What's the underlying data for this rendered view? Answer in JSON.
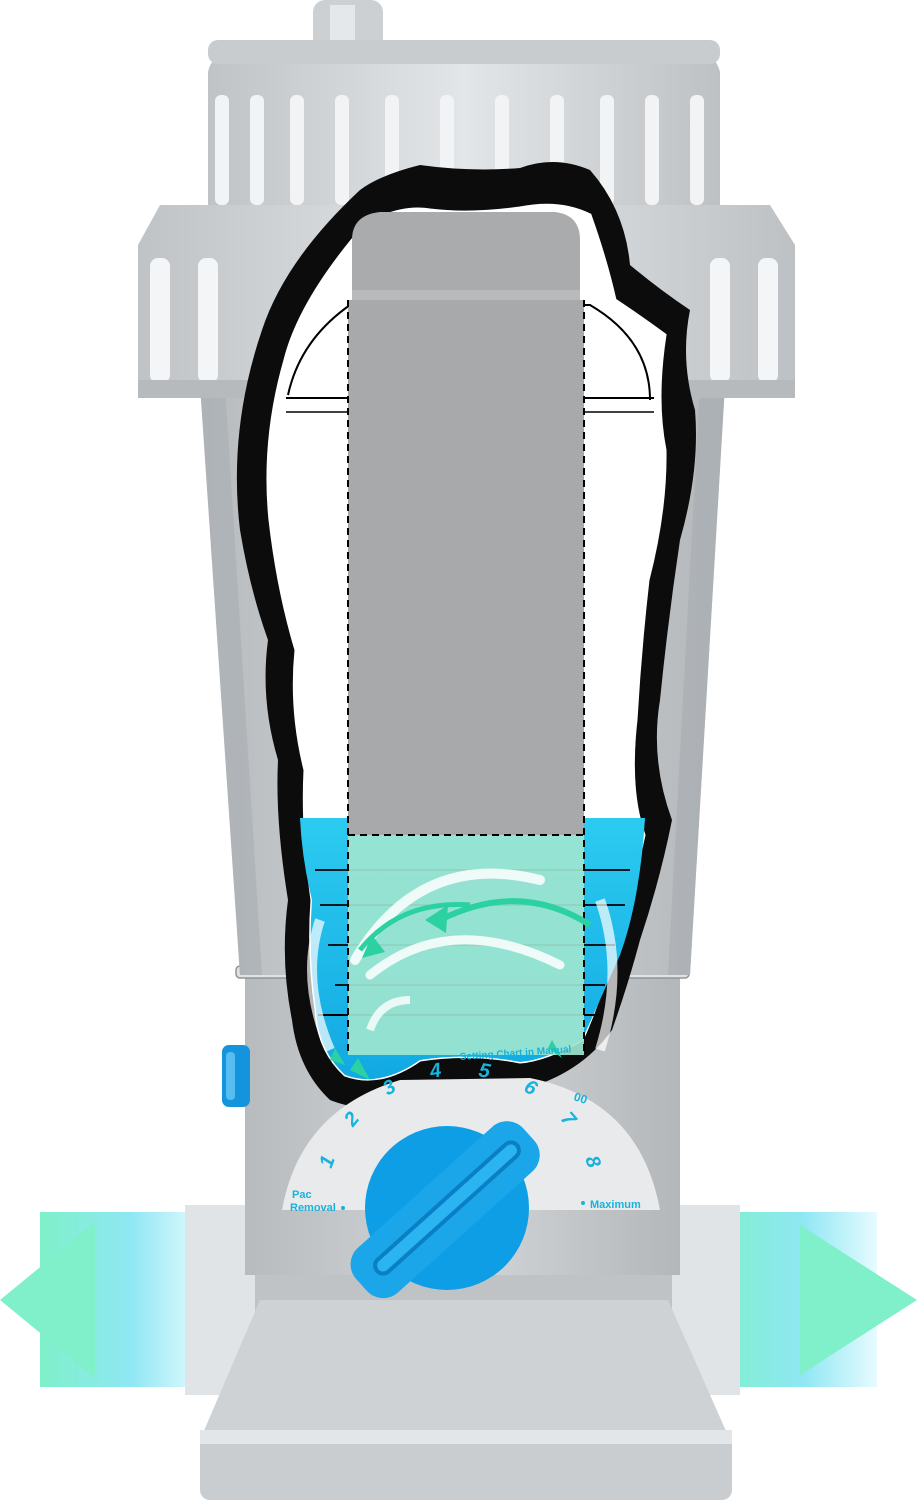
{
  "dial": {
    "setting_numbers": [
      "1",
      "2",
      "3",
      "4",
      "5",
      "6",
      "7",
      "8"
    ],
    "left_label_line1": "Pac",
    "left_label_line2": "Removal",
    "right_label": "Maximum",
    "arc_caption": "Setting Chart in Manual",
    "arc_tail": "00"
  },
  "colors": {
    "housing": "#c4c8cb",
    "housing_dark": "#9ea3a7",
    "housing_light": "#e2e5e7",
    "water": "#21c3ea",
    "cartridge": "#a7a9ab",
    "knob": "#0d9ee6",
    "teal_flow": "#6ee7b7",
    "dial_text": "#18b2dd"
  }
}
